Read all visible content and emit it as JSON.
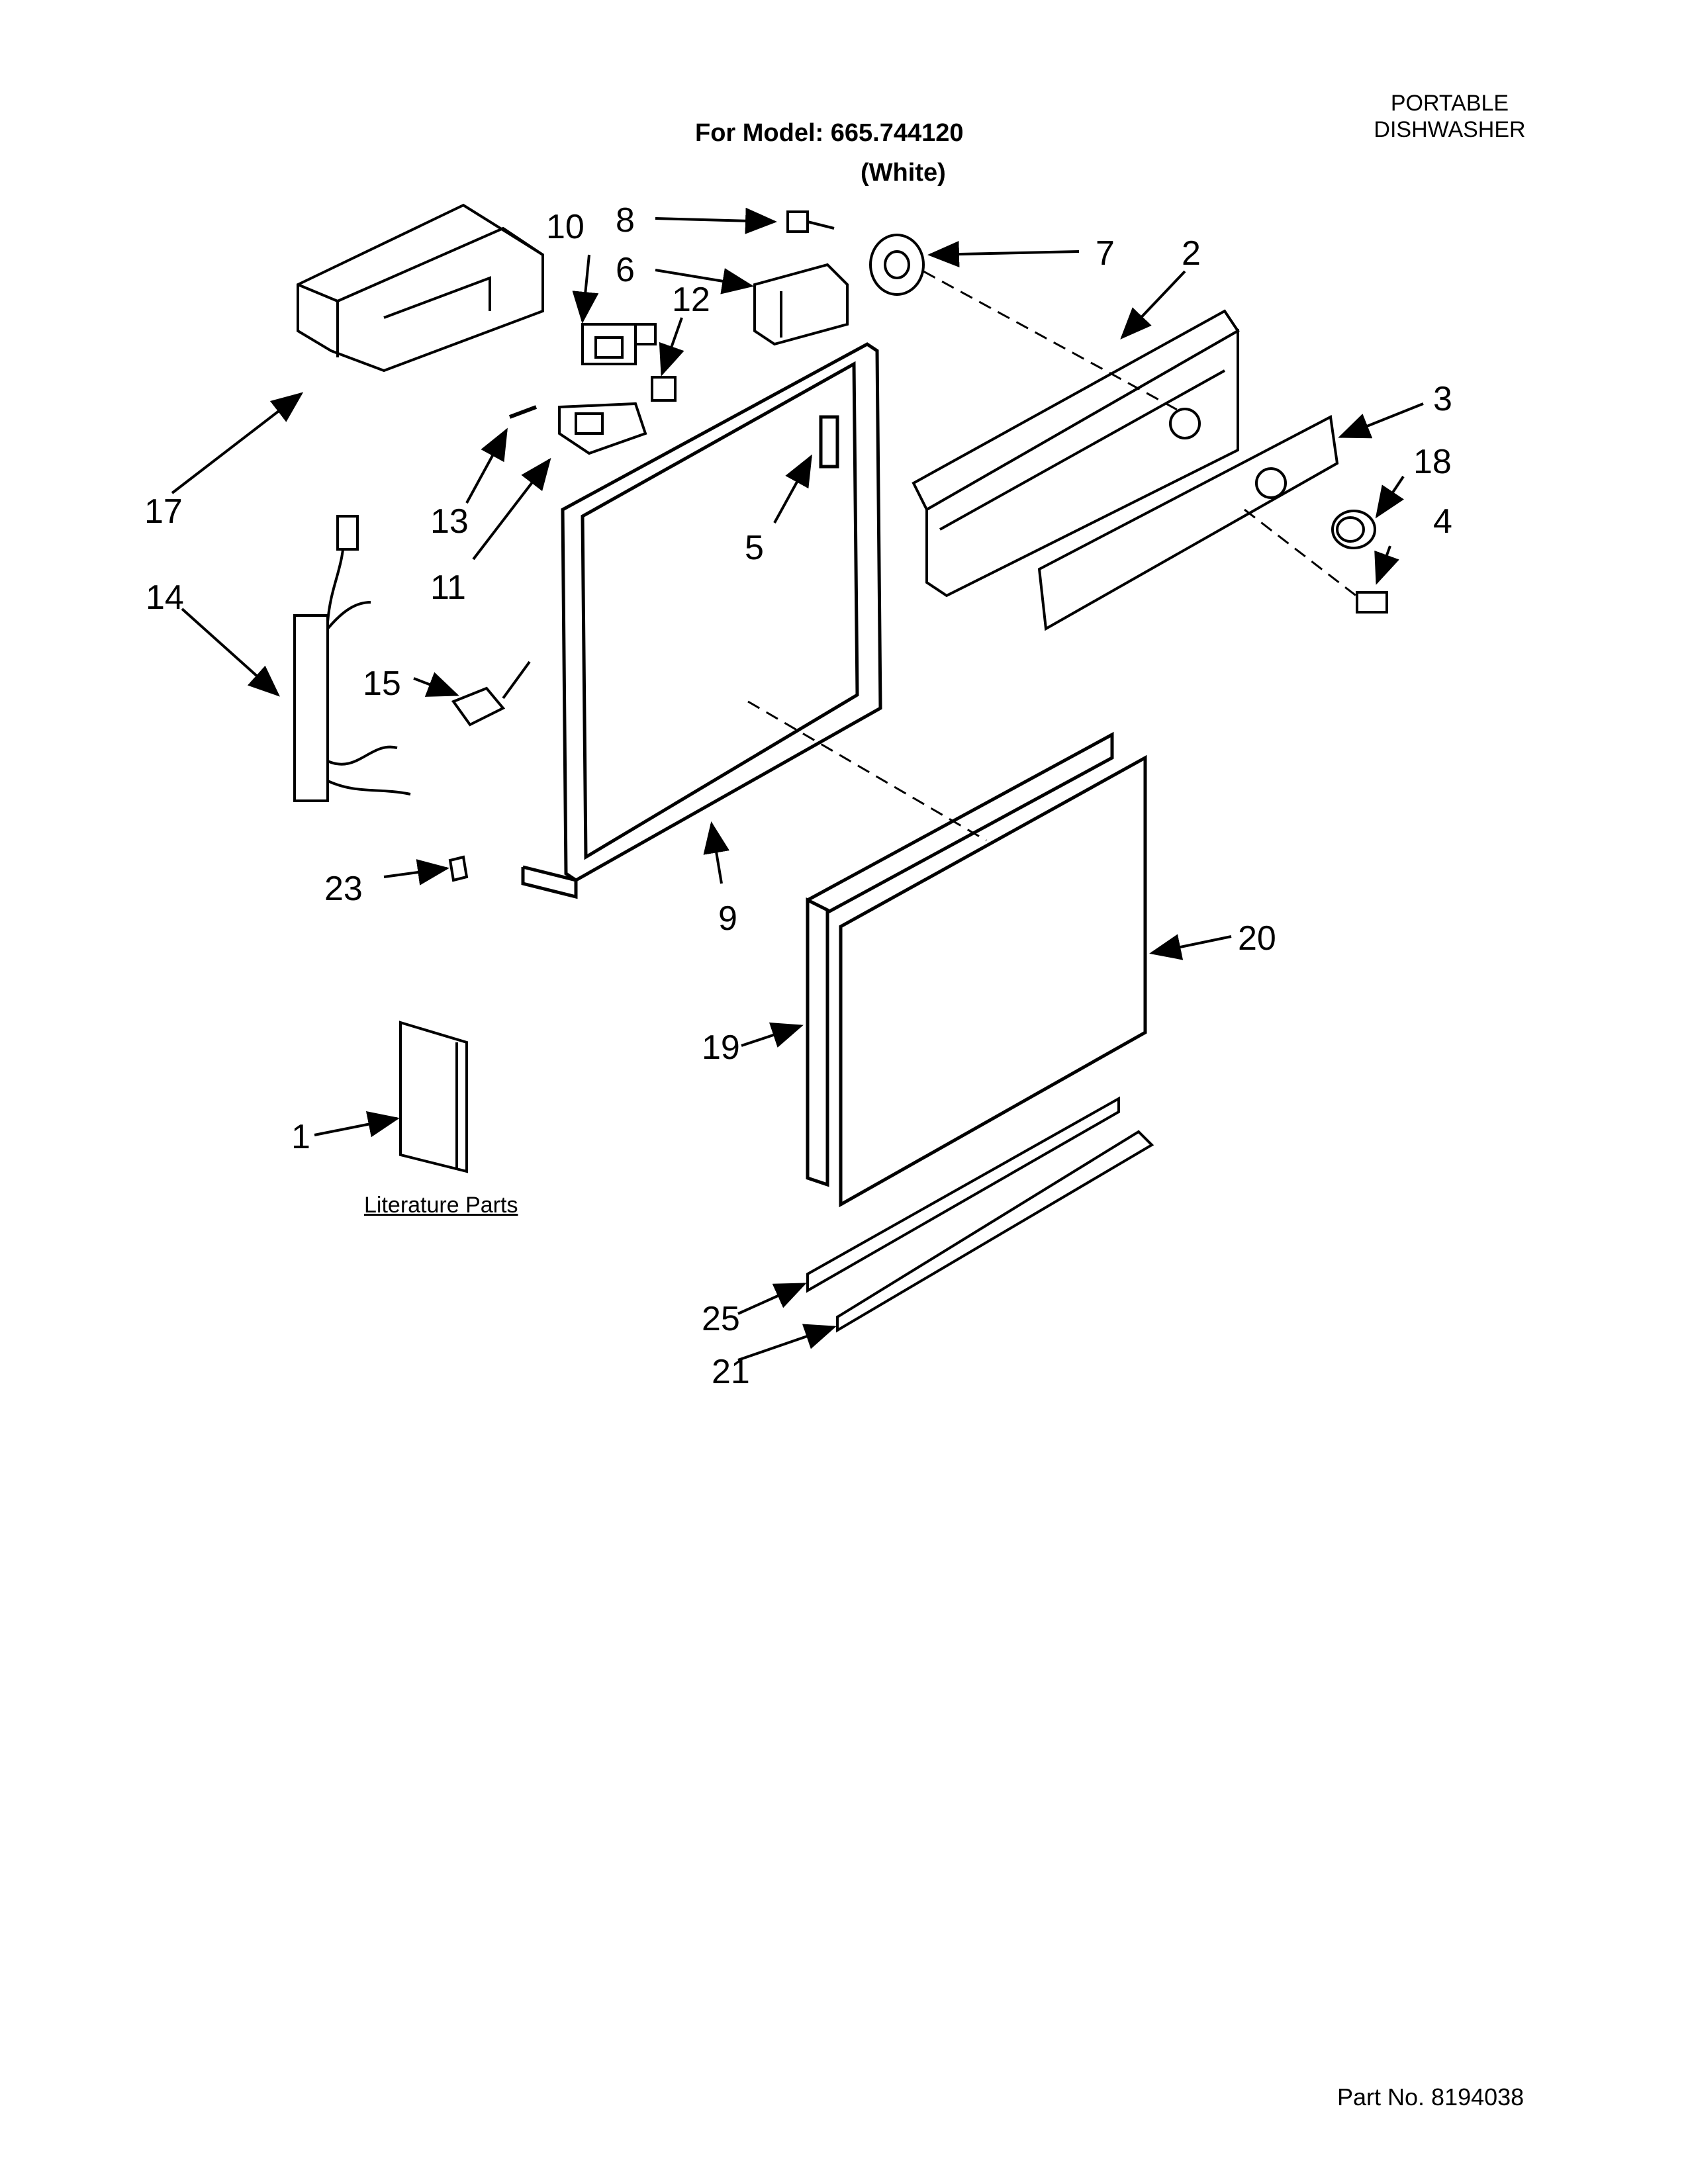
{
  "header": {
    "title": "For Model: 665.744120",
    "subtitle": "(White)",
    "product_line1": "PORTABLE",
    "product_line2": "DISHWASHER"
  },
  "footer": {
    "part_number": "Part No. 8194038"
  },
  "labels": {
    "literature": "Literature Parts"
  },
  "callouts": [
    "1",
    "2",
    "3",
    "4",
    "5",
    "6",
    "7",
    "8",
    "9",
    "10",
    "11",
    "12",
    "13",
    "14",
    "15",
    "17",
    "18",
    "19",
    "20",
    "21",
    "23",
    "25"
  ]
}
